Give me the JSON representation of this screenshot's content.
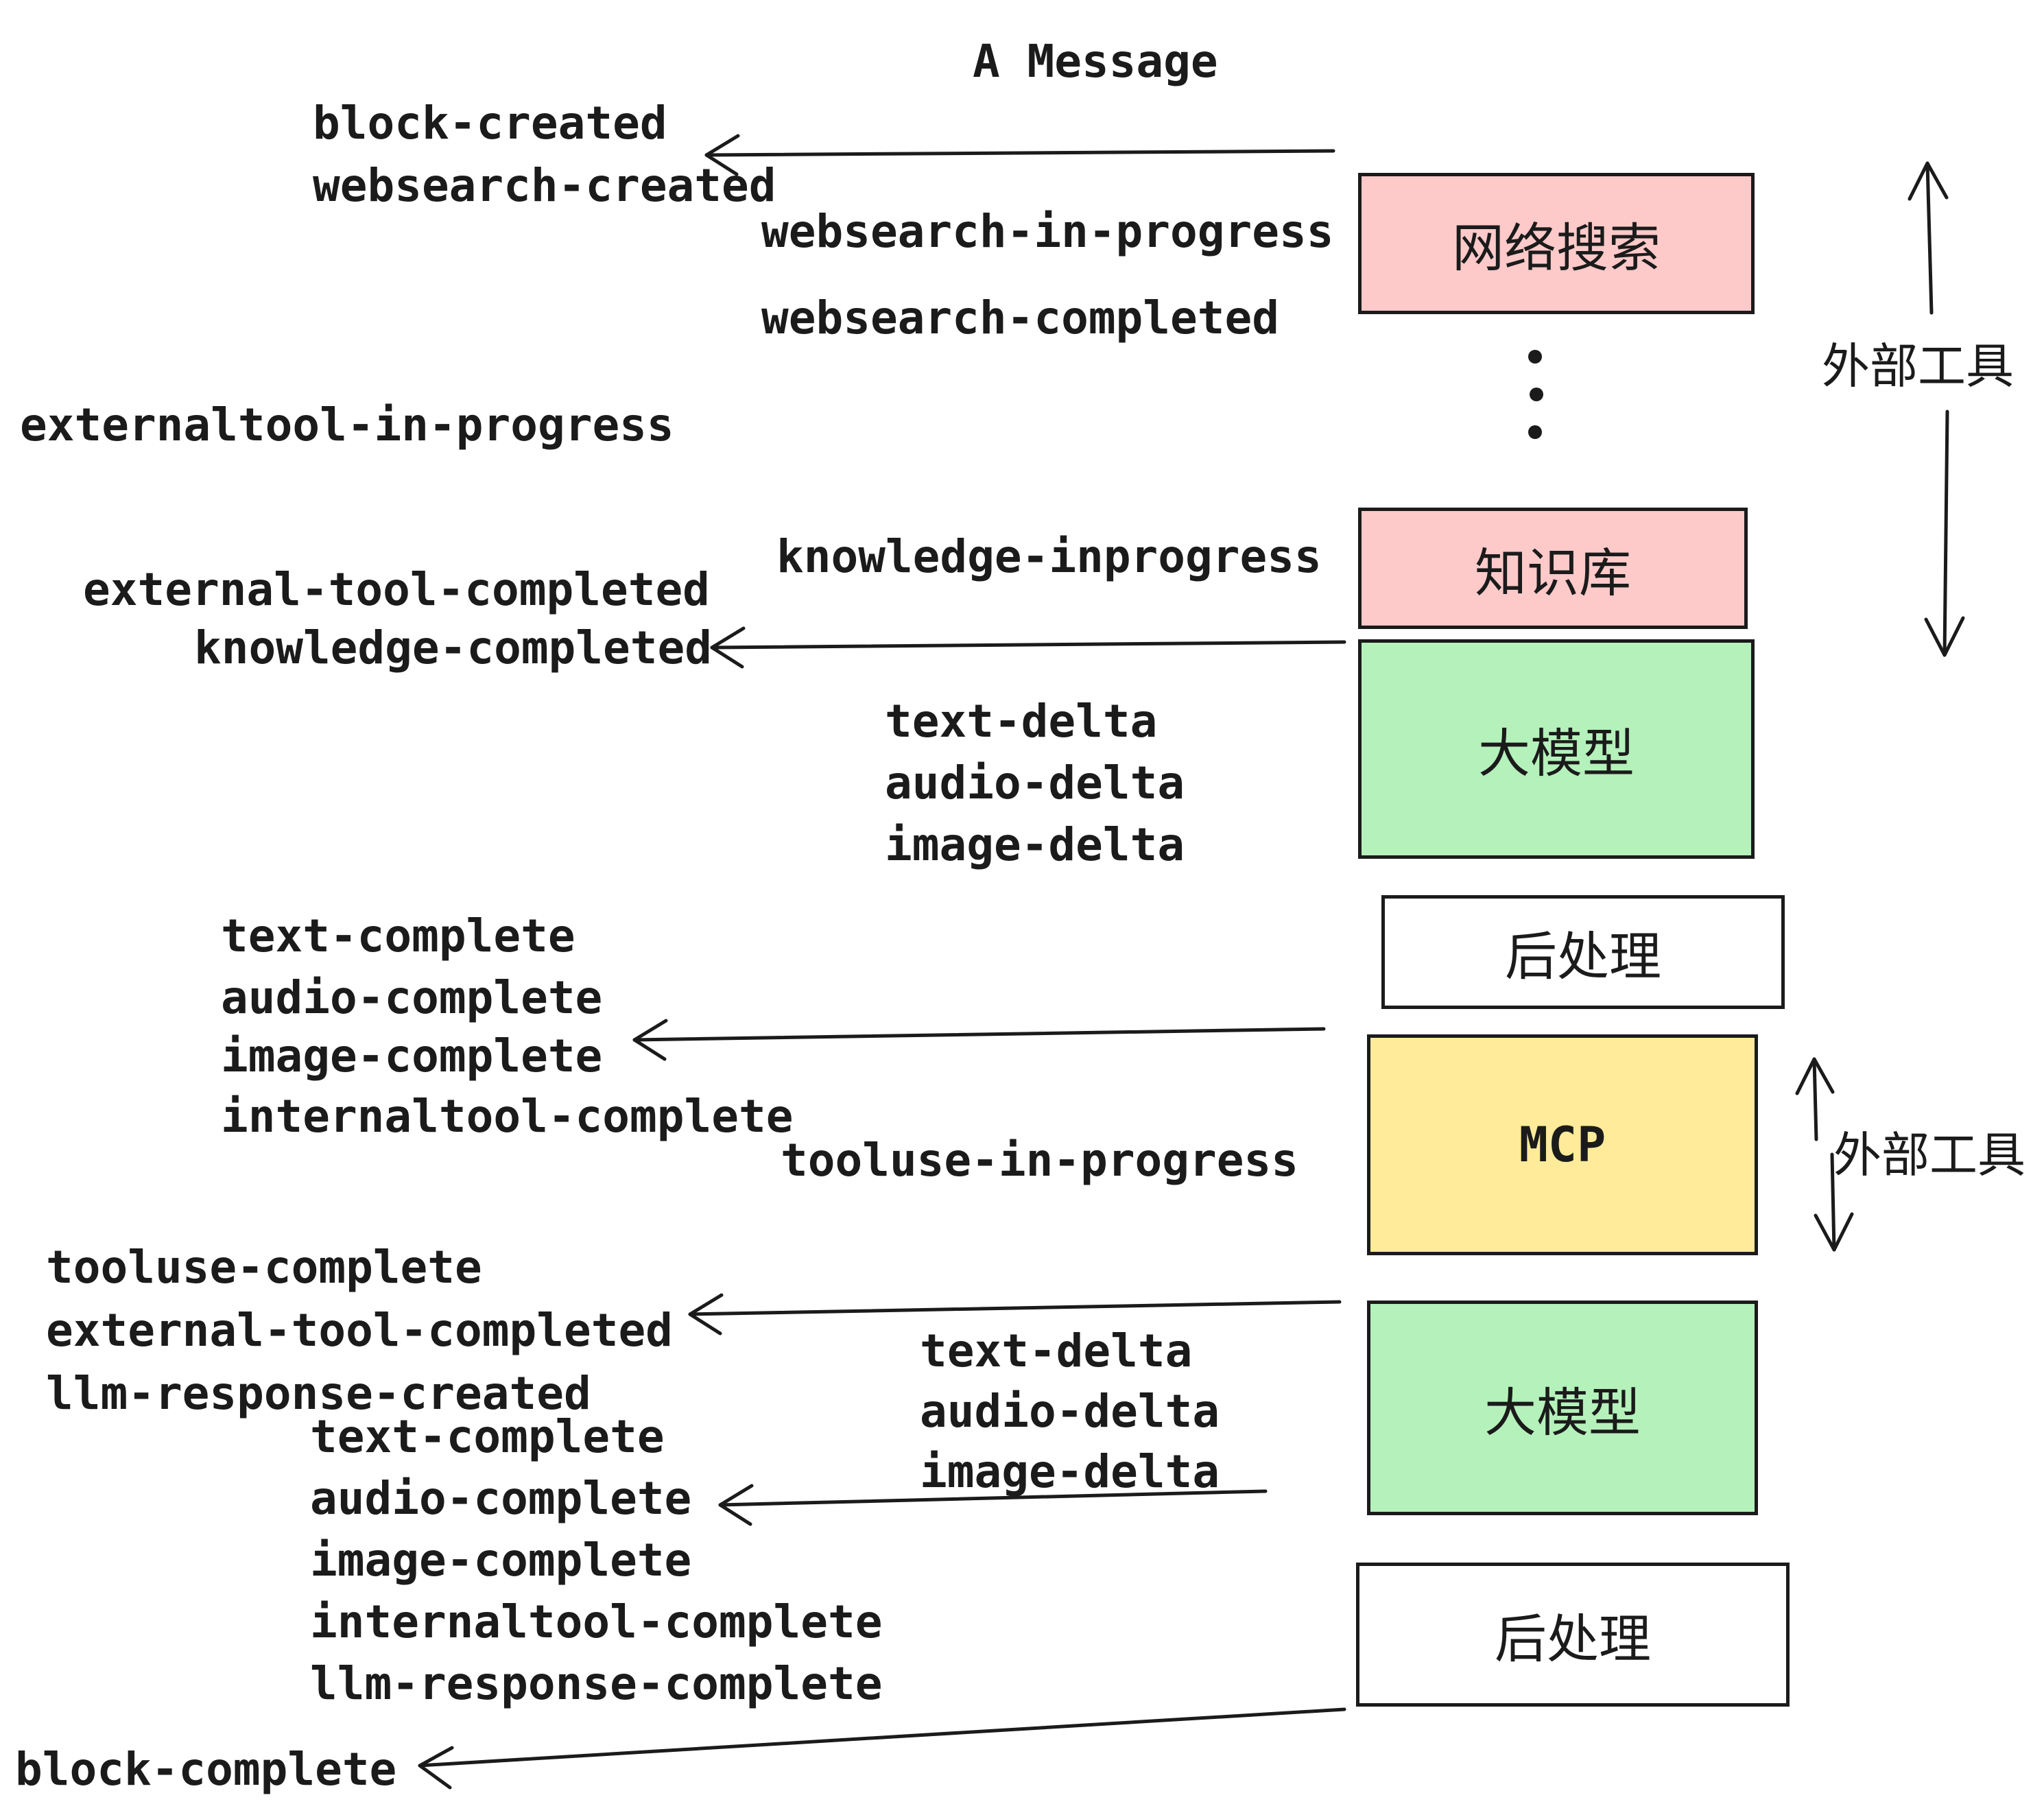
{
  "title": "A Message",
  "palette": {
    "ink": "#1b1b1b",
    "box_pink": "#fdc9c9",
    "box_green": "#b5f1bb",
    "box_yellow": "#ffeb99",
    "box_white": "#ffffff"
  },
  "boxes": {
    "websearch": {
      "label": "网络搜索",
      "color": "pink"
    },
    "knowledge": {
      "label": "知识库",
      "color": "pink"
    },
    "llm": {
      "label": "大模型",
      "color": "green"
    },
    "post": {
      "label": "后处理",
      "color": "white"
    },
    "mcp": {
      "label": "MCP",
      "color": "yellow"
    }
  },
  "side_labels": {
    "external_tools": "外部工具"
  },
  "events": {
    "block_created": "block-created",
    "websearch_created": "websearch-created",
    "websearch_in_progress": "websearch-in-progress",
    "websearch_completed": "websearch-completed",
    "externaltool_in_progress": "externaltool-in-progress",
    "knowledge_inprogress": "knowledge-inprogress",
    "external_tool_completed": "external-tool-completed",
    "knowledge_completed": "knowledge-completed",
    "text_delta": "text-delta",
    "audio_delta": "audio-delta",
    "image_delta": "image-delta",
    "text_complete": "text-complete",
    "audio_complete": "audio-complete",
    "image_complete": "image-complete",
    "internaltool_complete": "internaltool-complete",
    "tooluse_in_progress": "tooluse-in-progress",
    "tooluse_complete": "tooluse-complete",
    "llm_response_created": "llm-response-created",
    "llm_response_complete": "llm-response-complete",
    "block_complete": "block-complete"
  }
}
